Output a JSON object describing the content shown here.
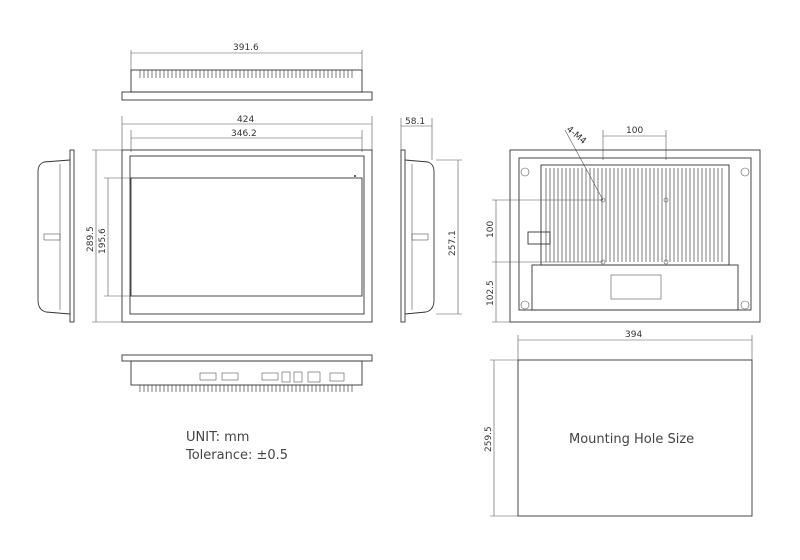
{
  "dimensions": {
    "top_width": "391.6",
    "front_width": "424",
    "screen_width": "346.2",
    "side_depth": "58.1",
    "front_height": "289.5",
    "screen_height": "195.6",
    "side_height": "257.1",
    "hole_spacing": "100",
    "hole_label": "4-M4",
    "rear_vertical": "100",
    "rear_bottom": "102.5",
    "cutout_width": "394",
    "cutout_height": "259.5"
  },
  "notes": {
    "unit": "UNIT: mm",
    "tolerance": "Tolerance: ±0.5",
    "cutout_title": "Mounting Hole Size"
  },
  "colors": {
    "line": "#333333",
    "background": "#ffffff"
  }
}
